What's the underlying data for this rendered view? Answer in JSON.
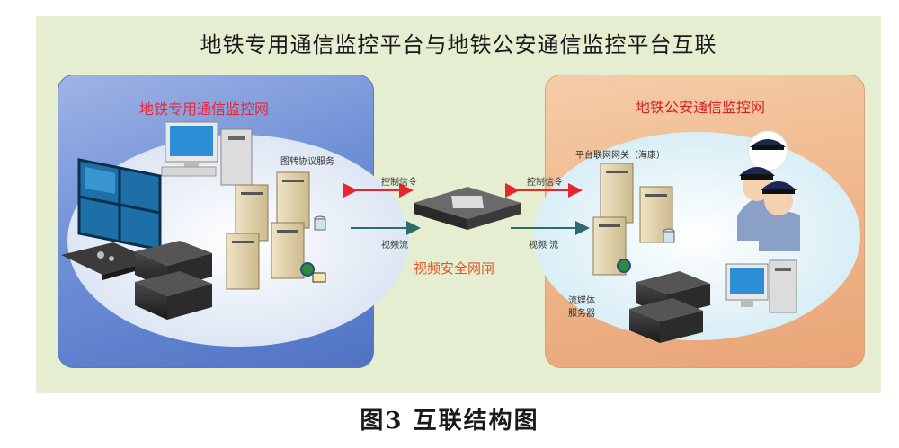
{
  "title": "地铁专用通信监控平台与地铁公安通信监控平台互联",
  "left_panel": {
    "title": "地铁专用通信监控网",
    "server_label": "图转协议服务"
  },
  "right_panel": {
    "title": "地铁公安通信监控网",
    "gateway_server_label": "平台联网网关（海康）",
    "media_label_line1": "流媒体",
    "media_label_line2": "服务器"
  },
  "links": {
    "control_left": "控制信令",
    "control_right": "控制信令",
    "video_left": "视频流",
    "video_right": "视频 流"
  },
  "gateway": {
    "label": "视频安全网闸"
  },
  "caption": "图3   互联结构图",
  "colors": {
    "left_panel": "#6f8fd6",
    "right_panel": "#efb68a",
    "background": "#e5eed0",
    "control_arrow": "#e8262f",
    "video_arrow": "#2c6c6a"
  }
}
